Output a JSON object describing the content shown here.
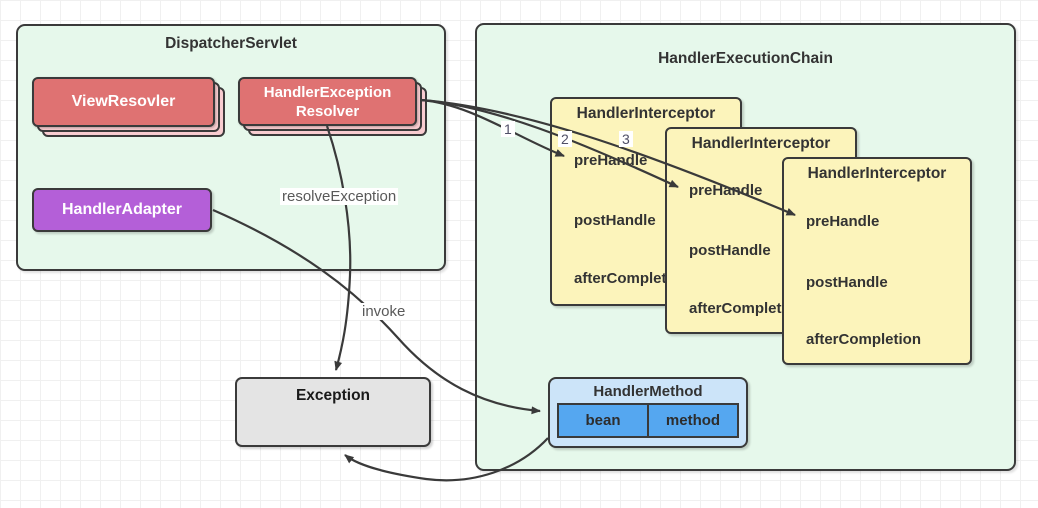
{
  "dispatcher_servlet": {
    "title": "DispatcherServlet",
    "view_resolver_label": "ViewResovler",
    "exception_resolver_label": "HandlerException Resolver",
    "handler_adapter_label": "HandlerAdapter"
  },
  "execution_chain": {
    "title": "HandlerExecutionChain",
    "interceptors": [
      {
        "title": "HandlerInterceptor",
        "methods": [
          "preHandle",
          "postHandle",
          "afterCompletion"
        ]
      },
      {
        "title": "HandlerInterceptor",
        "methods": [
          "preHandle",
          "postHandle",
          "afterCompletion"
        ]
      },
      {
        "title": "HandlerInterceptor",
        "methods": [
          "preHandle",
          "postHandle",
          "afterCompletion"
        ]
      }
    ],
    "handler_method": {
      "title": "HandlerMethod",
      "bean_label": "bean",
      "method_label": "method"
    }
  },
  "exception_box": {
    "label": "Exception"
  },
  "edges": {
    "resolve_exception_label": "resolveException",
    "invoke_label": "invoke",
    "sequence_labels": [
      "1",
      "2",
      "3"
    ]
  },
  "colors": {
    "container_fill": "#e6f8eb",
    "border_color": "#3a3a3a",
    "resolver_fill": "#df7272",
    "resolver_stack_fill": "#f8ccd0",
    "adapter_fill": "#b45fd8",
    "interceptor_fill": "#fcf4bb",
    "method_fill": "#cce4f9",
    "method_cell_fill": "#55a7f0",
    "exception_fill": "#e4e4e4",
    "edge_color": "#3a3a3a",
    "label_color": "#595959",
    "seq_label_color": "#4f4f66"
  }
}
